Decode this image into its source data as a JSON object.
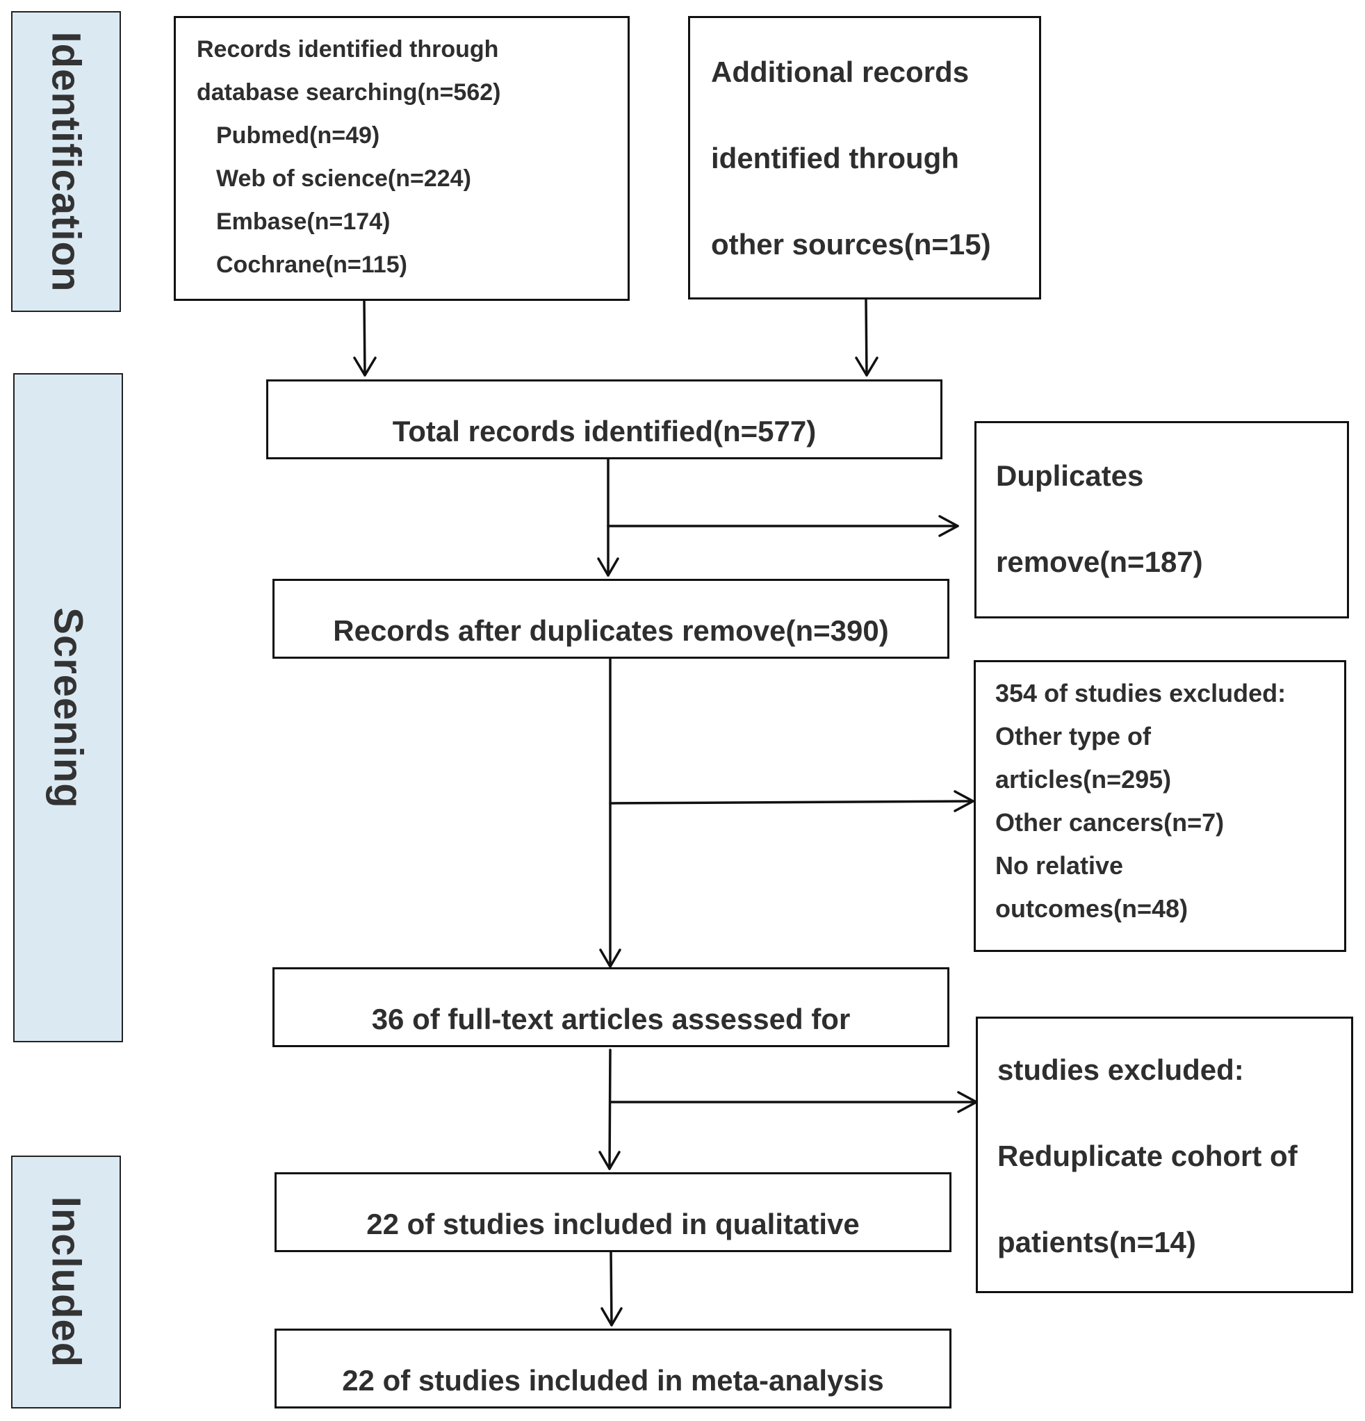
{
  "phases": {
    "identification": "Identification",
    "screening": "Screening",
    "included": "Included"
  },
  "database_box": {
    "line1": "Records identified through",
    "line2": "database searching(n=562)",
    "sources": [
      "Pubmed(n=49)",
      "Web of science(n=224)",
      "Embase(n=174)",
      "Cochrane(n=115)"
    ]
  },
  "other_sources_box": {
    "line1": "Additional records",
    "line2": "identified through",
    "line3": "other sources(n=15)"
  },
  "total_box": {
    "text": "Total records identified(n=577)"
  },
  "duplicates_box": {
    "line1": "Duplicates",
    "line2": "remove(n=187)"
  },
  "after_dup_box": {
    "text": "Records after duplicates remove(n=390)"
  },
  "excluded1_box": {
    "lines": [
      "354 of studies excluded:",
      "Other type of",
      "articles(n=295)",
      "Other cancers(n=7)",
      "No relative",
      "outcomes(n=48)"
    ]
  },
  "fulltext_box": {
    "text": "36 of full-text articles assessed for"
  },
  "excluded2_box": {
    "lines": [
      "studies excluded:",
      "Reduplicate cohort of",
      "patients(n=14)"
    ]
  },
  "qualitative_box": {
    "text": "22 of studies included in qualitative"
  },
  "meta_box": {
    "text": "22 of studies included in meta-analysis"
  }
}
